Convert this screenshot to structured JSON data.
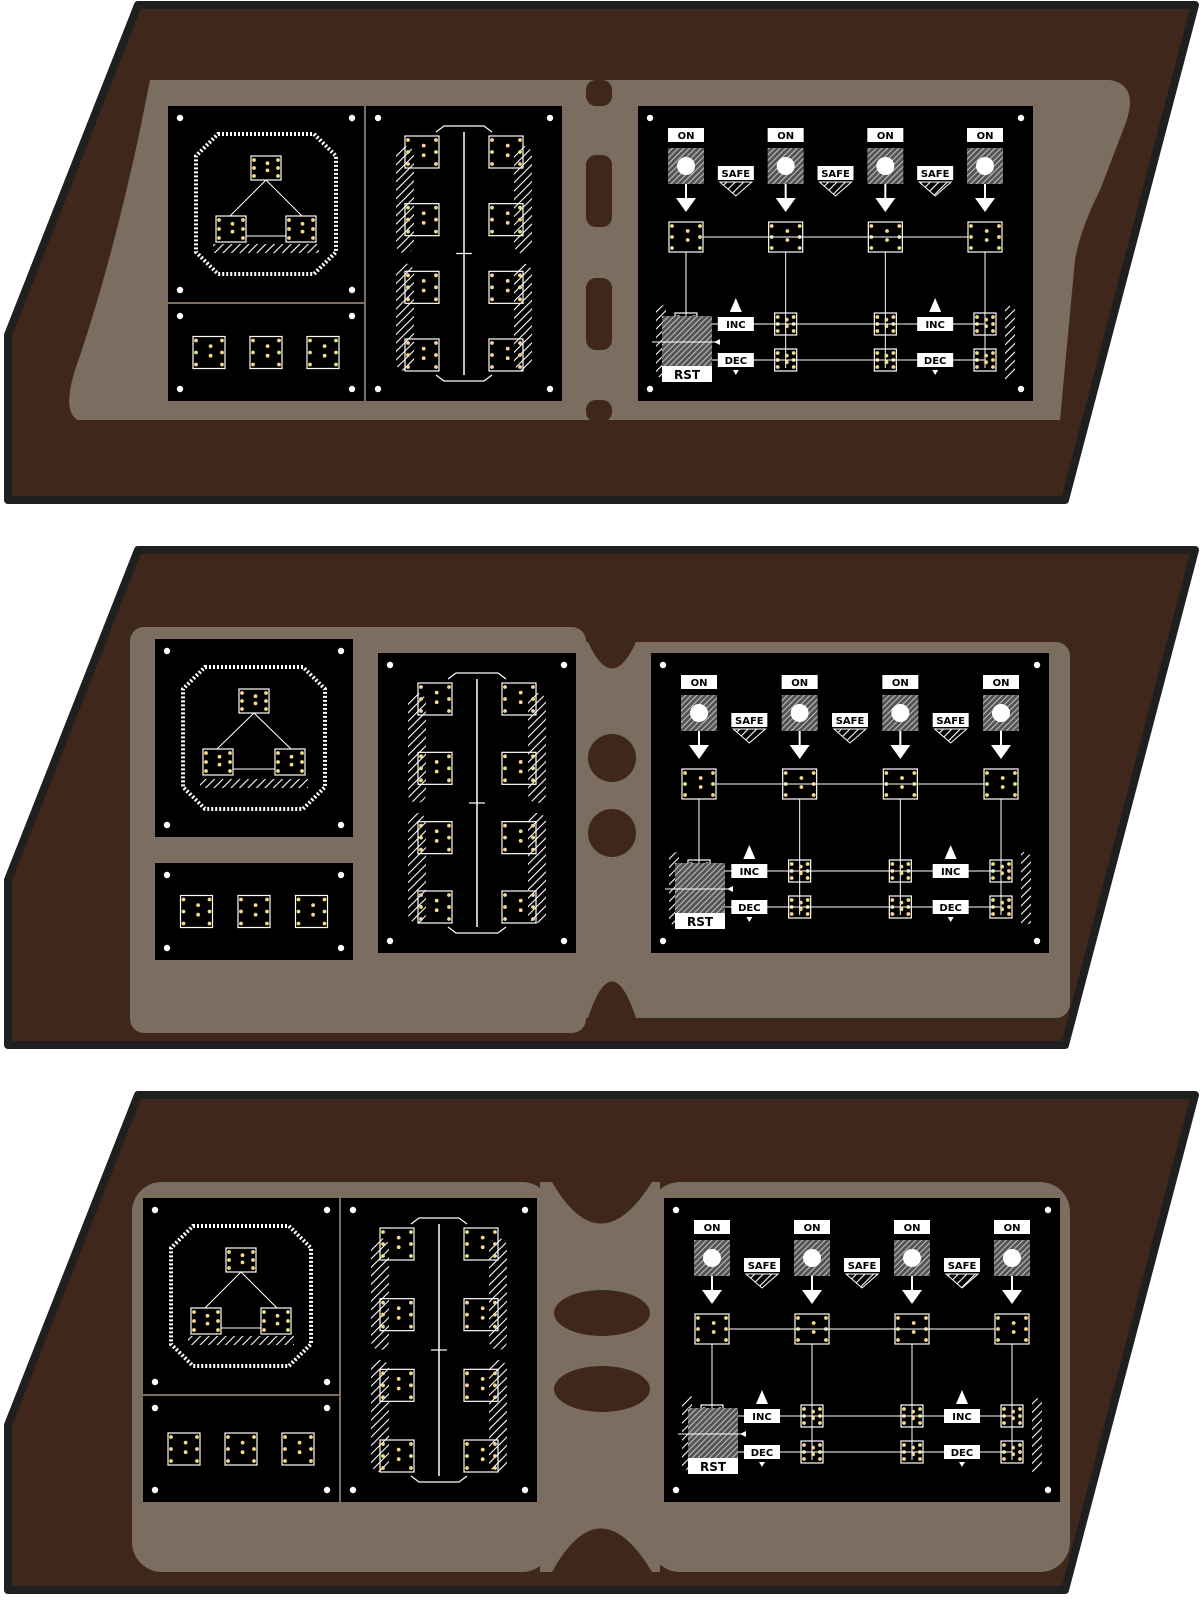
{
  "colors": {
    "hull": "#3f271b",
    "hull_border": "#1f1f1f",
    "bezel": "#7b6d5f",
    "panel": "#000000",
    "trace": "#ffffff",
    "led": "#f3d98a"
  },
  "labels": {
    "on": "ON",
    "safe": "SAFE",
    "inc": "INC",
    "dec": "DEC",
    "rst": "RST"
  },
  "variants": [
    {
      "name": "consoles-variant-a",
      "connector_style": "slots"
    },
    {
      "name": "consoles-variant-b",
      "connector_style": "round-holes"
    },
    {
      "name": "consoles-variant-c",
      "connector_style": "oval-holes"
    }
  ]
}
